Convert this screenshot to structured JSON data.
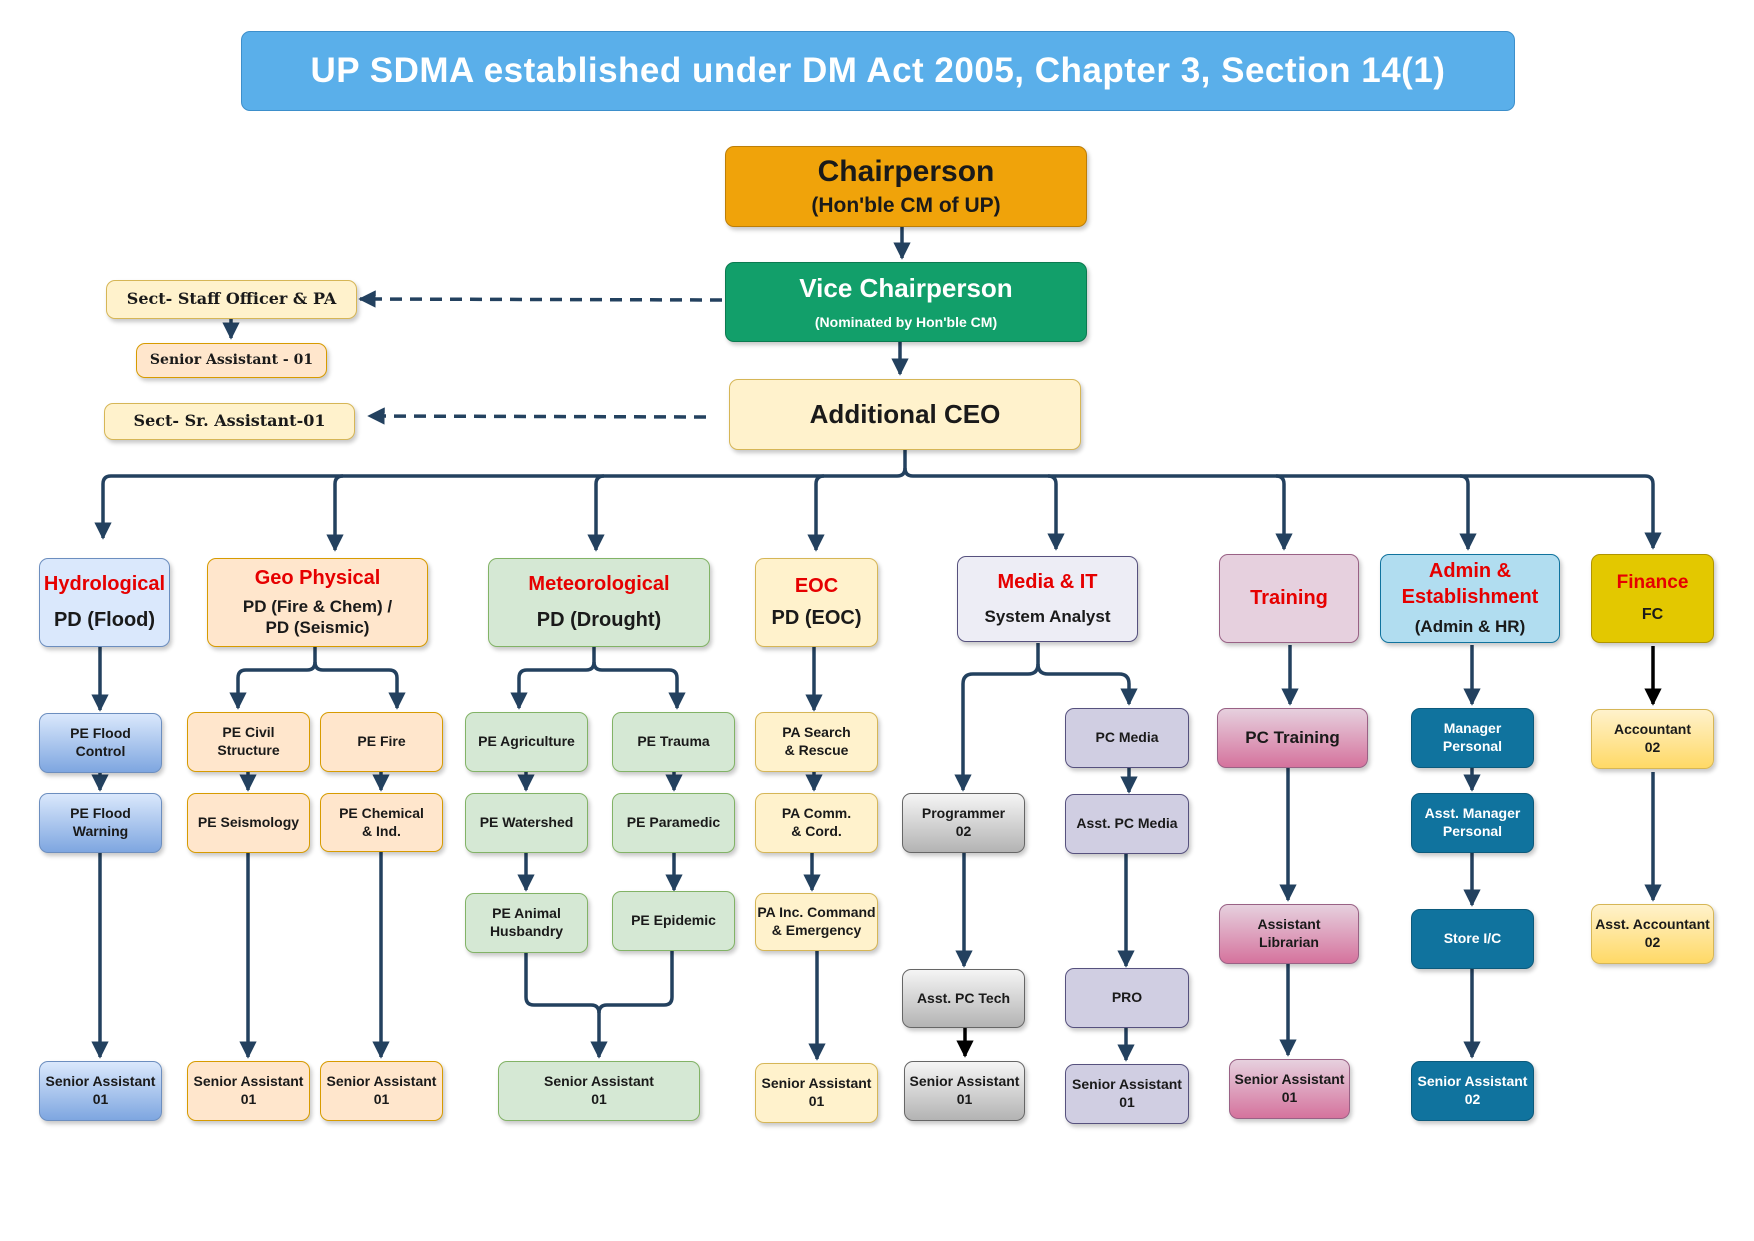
{
  "title": "UP SDMA established under DM Act 2005, Chapter 3, Section 14(1)",
  "chairperson": {
    "title": "Chairperson",
    "subtitle": "(Hon'ble CM of UP)"
  },
  "vice_chairperson": {
    "title": "Vice Chairperson",
    "subtitle": "(Nominated by Hon'ble CM)"
  },
  "additional_ceo": {
    "title": "Additional CEO"
  },
  "sect_staff_officer": "Sect- Staff Officer & PA",
  "senior_assistant_staff": "Senior Assistant - 01",
  "sect_sr_assistant": "Sect- Sr. Assistant-01",
  "departments": {
    "hydrological": {
      "name": "Hydrological",
      "head": "PD (Flood)"
    },
    "geo_physical": {
      "name": "Geo Physical",
      "head_1": "PD (Fire & Chem) /",
      "head_2": "PD (Seismic)"
    },
    "meteorological": {
      "name": "Meteorological",
      "head": "PD (Drought)"
    },
    "eoc": {
      "name": "EOC",
      "head": "PD (EOC)"
    },
    "media_it": {
      "name": "Media & IT",
      "head": "System Analyst"
    },
    "training": {
      "name": "Training"
    },
    "admin": {
      "name_1": "Admin &",
      "name_2": "Establishment",
      "head": "(Admin & HR)"
    },
    "finance": {
      "name": "Finance",
      "head": "FC"
    }
  },
  "hydro": {
    "pe_flood_control": [
      "PE Flood",
      "Control"
    ],
    "pe_flood_warning": [
      "PE Flood",
      "Warning"
    ],
    "senior_assistant": [
      "Senior Assistant",
      "01"
    ]
  },
  "geo": {
    "pe_civil": [
      "PE Civil",
      "Structure"
    ],
    "pe_fire": "PE Fire",
    "pe_seismology": "PE Seismology",
    "pe_chemical": [
      "PE Chemical",
      "& Ind."
    ],
    "senior_assistant_a": [
      "Senior Assistant",
      "01"
    ],
    "senior_assistant_b": [
      "Senior Assistant",
      "01"
    ]
  },
  "met": {
    "pe_agriculture": "PE Agriculture",
    "pe_trauma": "PE Trauma",
    "pe_watershed": "PE Watershed",
    "pe_paramedic": "PE Paramedic",
    "pe_animal": [
      "PE Animal",
      "Husbandry"
    ],
    "pe_epidemic": "PE Epidemic",
    "senior_assistant": [
      "Senior Assistant",
      "01"
    ]
  },
  "eoc_units": {
    "pa_search": [
      "PA Search",
      "& Rescue"
    ],
    "pa_comm": [
      "PA Comm.",
      "& Cord."
    ],
    "pa_inc": [
      "PA Inc. Command",
      "& Emergency"
    ],
    "senior_assistant": [
      "Senior Assistant",
      "01"
    ]
  },
  "media": {
    "programmer": [
      "Programmer",
      "02"
    ],
    "asst_pc_tech": "Asst. PC Tech",
    "senior_assistant_a": [
      "Senior Assistant",
      "01"
    ],
    "pc_media": "PC Media",
    "asst_pc_media": "Asst. PC Media",
    "pro": "PRO",
    "senior_assistant_b": [
      "Senior Assistant",
      "01"
    ]
  },
  "train": {
    "pc_training": "PC Training",
    "assistant_librarian": [
      "Assistant",
      "Librarian"
    ],
    "senior_assistant": [
      "Senior Assistant",
      "01"
    ]
  },
  "adm": {
    "manager_personal": [
      "Manager",
      "Personal"
    ],
    "asst_manager_personal": [
      "Asst. Manager",
      "Personal"
    ],
    "store_ic": "Store I/C",
    "senior_assistant": [
      "Senior Assistant",
      "02"
    ]
  },
  "fin": {
    "accountant": [
      "Accountant",
      "02"
    ],
    "asst_accountant": [
      "Asst. Accountant",
      "02"
    ]
  },
  "colors": {
    "connector": "#23415f",
    "banner": "#5aafea",
    "department_title": "#e60000"
  }
}
